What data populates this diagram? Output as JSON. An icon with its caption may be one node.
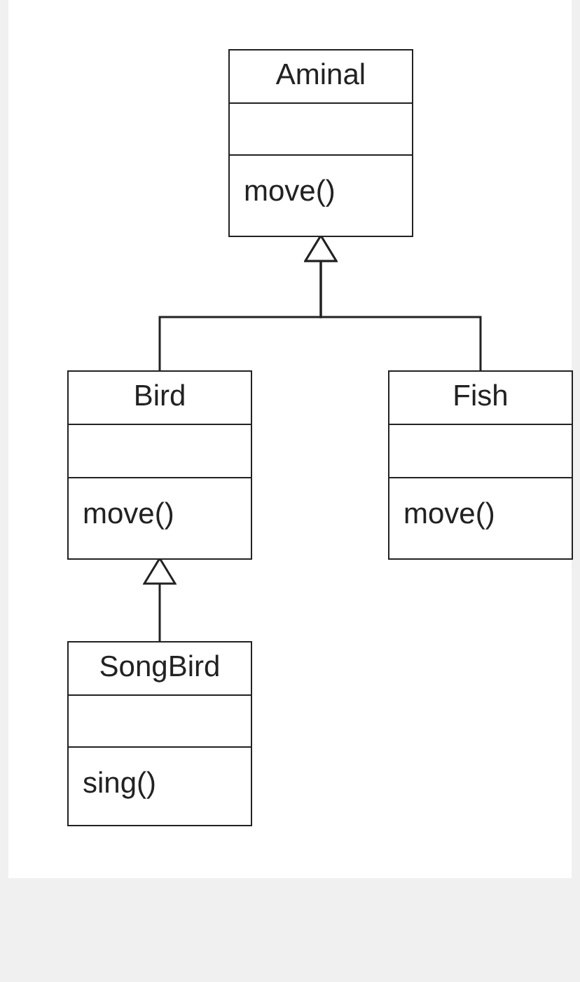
{
  "diagram": {
    "nodes": [
      {
        "text": [
          "Aminal",
          "move()"
        ]
      },
      {
        "text": [
          "Bird",
          "move()"
        ]
      },
      {
        "text": [
          "Fish",
          "move()"
        ]
      },
      {
        "text": [
          "SongBird",
          "sing()"
        ]
      }
    ],
    "edges": [
      {
        "from": 1,
        "to": 0,
        "arrow": "to"
      },
      {
        "from": 2,
        "to": 0,
        "arrow": "to"
      },
      {
        "from": 3,
        "to": 1,
        "arrow": "to"
      }
    ]
  }
}
